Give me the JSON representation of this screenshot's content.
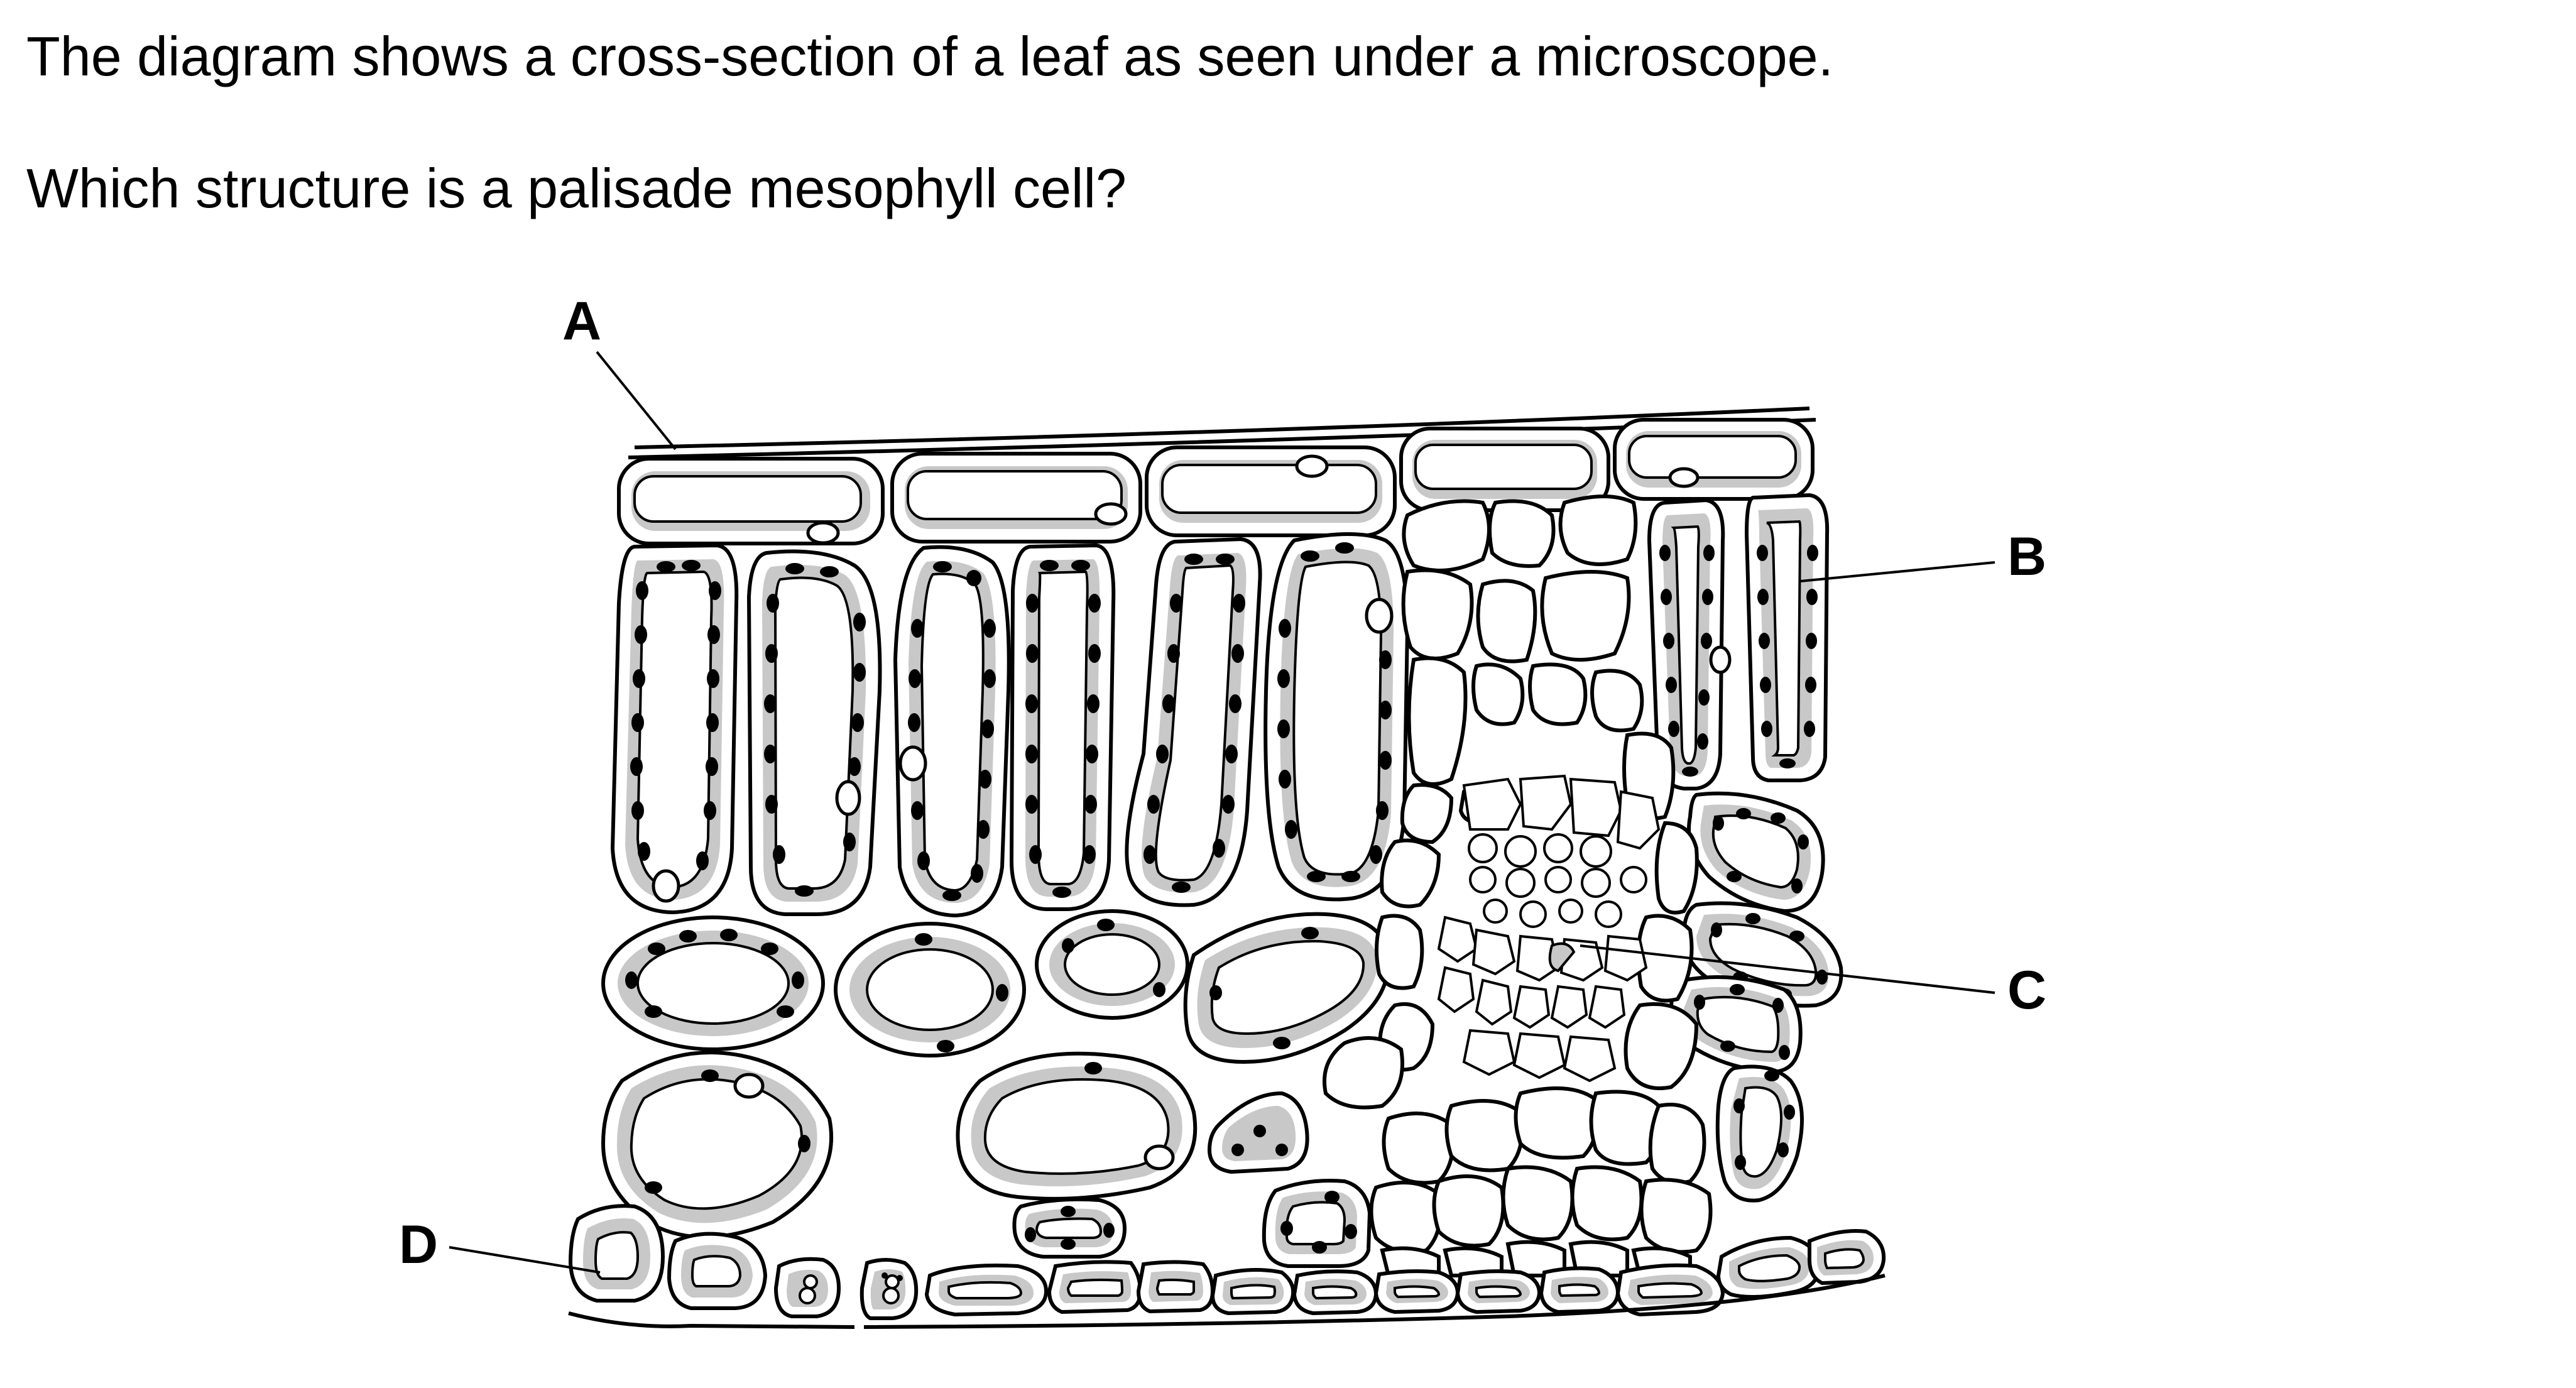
{
  "question": {
    "stem": "The diagram shows a cross-section of a leaf as seen under a microscope.",
    "prompt": "Which structure is a palisade mesophyll cell?"
  },
  "diagram": {
    "labels": [
      "A",
      "B",
      "C",
      "D"
    ]
  },
  "colors": {
    "ink": "#000000",
    "cytoplasm": "#c8c8c8",
    "background": "#ffffff"
  }
}
